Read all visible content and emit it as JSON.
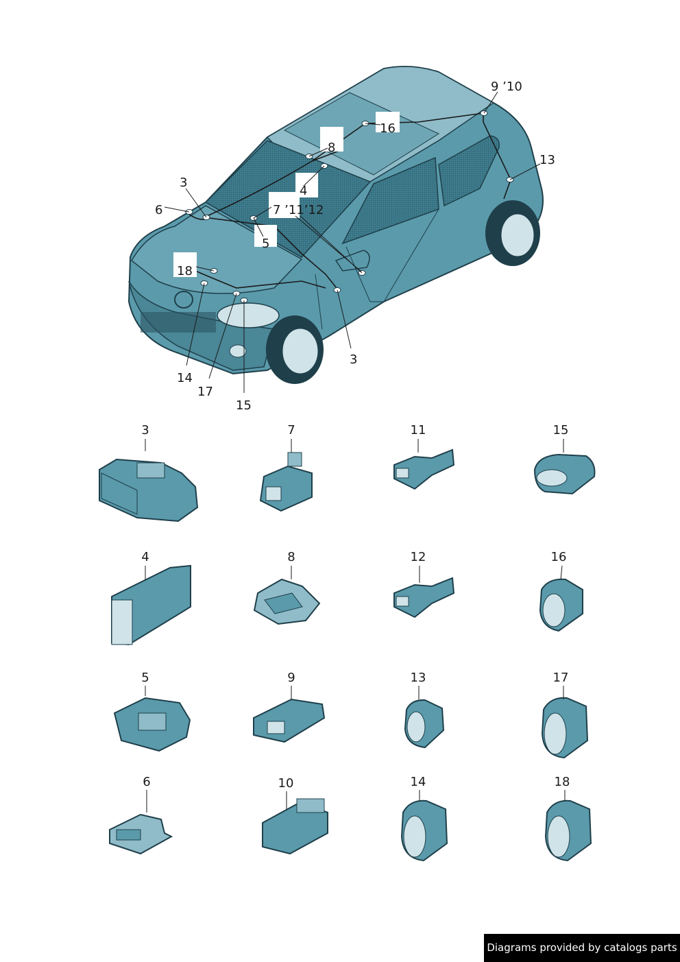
{
  "car_callouts": [
    "9 ’10",
    "16",
    "8",
    "13",
    "3",
    "4",
    "6",
    "7 ’11’12",
    "5",
    "18",
    "14",
    "17",
    "15",
    "3"
  ],
  "parts": [
    "3",
    "7",
    "11",
    "15",
    "4",
    "8",
    "12",
    "16",
    "5",
    "9",
    "13",
    "17",
    "6",
    "10",
    "14",
    "18"
  ],
  "footer": "Diagrams provided by catalogs parts",
  "colors": {
    "body": "#4f8fa0",
    "dark": "#1f3f4a",
    "glass": "#2d5563",
    "light": "#9ec6cf"
  }
}
